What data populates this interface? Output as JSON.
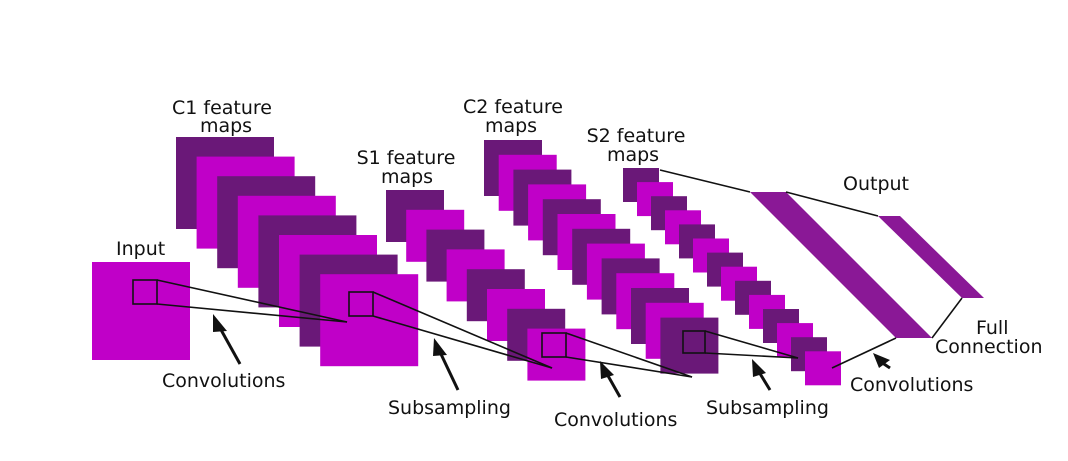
{
  "labels": {
    "input": "Input",
    "c1": [
      "C1 feature",
      "maps"
    ],
    "s1": [
      "S1 feature",
      "maps"
    ],
    "c2": [
      "C2 feature",
      "maps"
    ],
    "s2": [
      "S2 feature",
      "maps"
    ],
    "output": "Output",
    "full_connection": [
      "Full",
      "Connection"
    ],
    "conv1": "Convolutions",
    "sub1": "Subsampling",
    "conv2": "Convolutions",
    "sub2": "Subsampling",
    "conv3": "Convolutions"
  },
  "colors": {
    "magenta": "#c000c8",
    "dark_purple": "#6a1878",
    "output_purple": "#8a1896",
    "line": "#111111"
  }
}
